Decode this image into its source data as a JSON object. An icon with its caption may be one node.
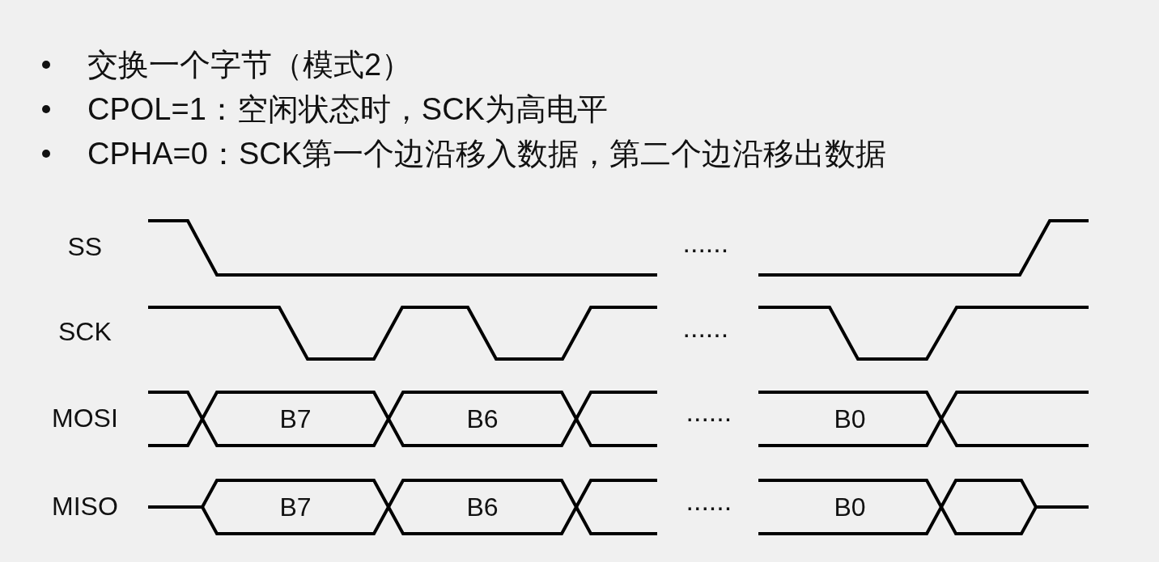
{
  "diagram": {
    "nodes": [
      {
        "text": [
          "B7"
        ]
      },
      {
        "text": [
          "B6"
        ]
      },
      {
        "text": [
          "B0"
        ]
      },
      {
        "text": [
          "B7"
        ]
      },
      {
        "text": [
          "B6"
        ]
      },
      {
        "text": [
          "B0"
        ]
      },
      {
        "text": [],
        "shape": "hexagon"
      }
    ],
    "labels": [
      "交换一个字节（模式2）",
      "CPOL=1：空闲状态时，SCK为高电平",
      "CPHA=0：SCK第一个边沿移入数据，第二个边沿移出数据",
      "SS",
      "......",
      "SCK",
      "......",
      "MOSI",
      "......",
      "MISO",
      "......"
    ]
  }
}
